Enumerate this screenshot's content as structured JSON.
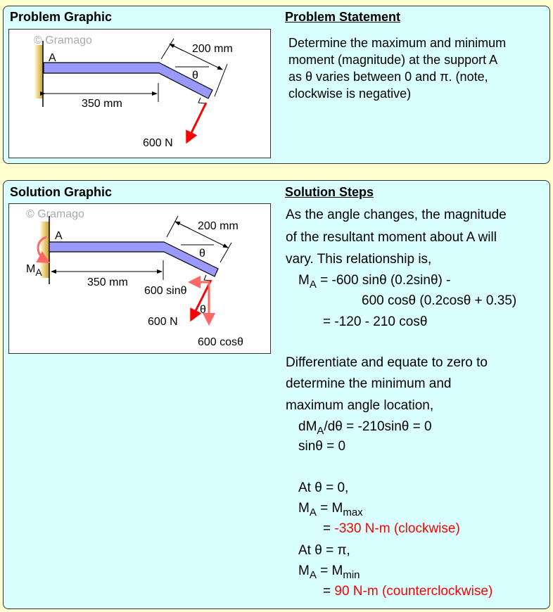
{
  "problem": {
    "graphic_title": "Problem Graphic",
    "statement_title": "Problem Statement",
    "statement_lines": [
      "Determine the maximum and minimum",
      "moment (magnitude) at the support A",
      "as θ varies between 0 and π. (note,",
      "clockwise is negative)"
    ],
    "diagram": {
      "watermark": "© Gramago",
      "point_label": "A",
      "dim_horizontal": "350 mm",
      "dim_inclined": "200 mm",
      "angle_label": "θ",
      "force_label": "600 N"
    }
  },
  "solution": {
    "graphic_title": "Solution Graphic",
    "steps_title": "Solution Steps",
    "diagram": {
      "watermark": "© Gramago",
      "point_label": "A",
      "moment_label": "M",
      "moment_sub": "A",
      "dim_horizontal": "350 mm",
      "dim_inclined": "200 mm",
      "angle_label": "θ",
      "sin_component": "600 sinθ",
      "force_label": "600 N",
      "angle_label_2": "θ",
      "cos_component": "600 cosθ"
    },
    "intro_lines": [
      "As the angle changes, the magnitude",
      "of the resultant moment about A will",
      "vary. This relationship is,"
    ],
    "eq1_a": " = -600 sinθ (0.2sinθ) -",
    "eq1_b": "600 cosθ (0.2cosθ + 0.35)",
    "eq1_c": "= -120 - 210 cosθ",
    "diff_lines": [
      "Differentiate and equate to zero to",
      "determine the minimum and",
      "maximum angle location,"
    ],
    "deriv_pre": "dM",
    "deriv_post": "/dθ = -210sinθ = 0",
    "sin_zero": "sinθ = 0",
    "at0": "At θ = 0,",
    "M": "M",
    "A": "A",
    "eq_mid": " = M",
    "max_sub": "max",
    "min_sub": "min",
    "max_eq": "= ",
    "max_value": "-330 N-m (clockwise)",
    "atpi": "At θ = π,",
    "min_eq": "= ",
    "min_value": "90 N-m (counterclockwise)"
  },
  "colors": {
    "background": "#FFFFD0",
    "panel": "#D9FFFF",
    "beam": "#9999FF",
    "force": "#FF0000",
    "component": "#FF6666",
    "answer": "#FF0000"
  }
}
